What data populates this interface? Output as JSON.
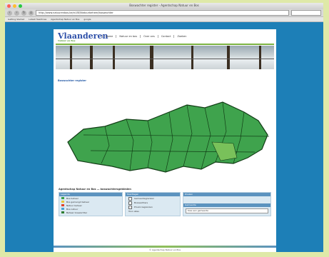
{
  "window": {
    "title": "Boswachter register - Agentschap Natuur en Bos",
    "lights": [
      "#ff5f56",
      "#ffbd2e",
      "#27c93f"
    ]
  },
  "toolbar": {
    "back": "‹",
    "forward": "›",
    "reload": "↻",
    "home": "⌂",
    "url": "http://www.natuurenbos.be/nl-BE/Natuurbeheer/boswachter"
  },
  "bookmarks": [
    "Getting Started",
    "Latest Headlines",
    "Agentschap Natuur en Bos",
    "google"
  ],
  "site": {
    "logo": "Vlaanderen",
    "logo_sub": "Natuur en Bos",
    "nav": [
      "Home",
      "Natuur en bos",
      "Over ons",
      "Contact",
      "Zoeken"
    ],
    "breadcrumb": "Boswachter register",
    "map_caption": "Agentschap Natuur en Bos — boswachtersgebieden",
    "legend_title": "Legende",
    "legend": [
      {
        "label": "Bos beheer",
        "color": "#3aa047"
      },
      {
        "label": "Bos gemengd beheer",
        "color": "#e8c93a"
      },
      {
        "label": "Natuur beheer",
        "color": "#e0432b"
      },
      {
        "label": "Bos natuur",
        "color": "#4aa3d8"
      },
      {
        "label": "Beheer boswachter",
        "color": "#2e7d32"
      }
    ],
    "options_title": "Kaartlagen",
    "options": [
      "Gemeentegrenzen",
      "Boswachters",
      "Provinciegrenzen"
    ],
    "options_link": "Toon alles",
    "search_title": "Zoeken",
    "select_title": "Gemeente",
    "select_value": "Kies een gemeente",
    "footnote": "© Agentschap Natuur en Bos"
  }
}
